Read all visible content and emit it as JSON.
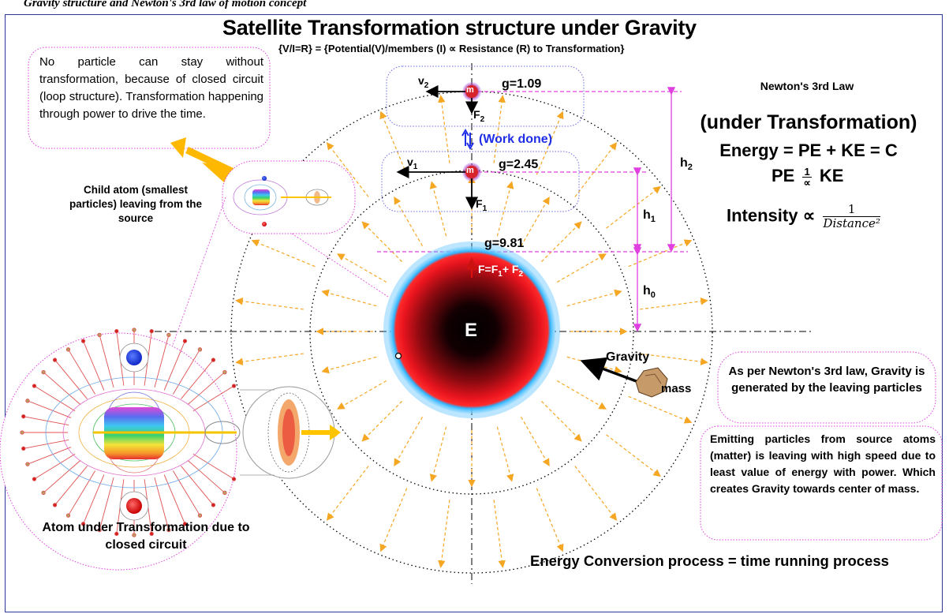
{
  "header_clip": "Gravity structure and Newton's 3rd law of motion concept",
  "title": "Satellite Transformation structure under Gravity",
  "subtitle": "{V/I=R} = {Potential(V)/members (I) ∝ Resistance (R) to Transformation}",
  "no_particle_box": "No particle can stay without transformation, because of closed circuit (loop structure). Transformation happening through power to drive the time.",
  "child_atom": "Child atom (smallest particles) leaving from the source",
  "atom_transformation": "Atom under Transformation due to closed circuit",
  "newton": {
    "heading": "Newton's 3rd Law",
    "sub": "(under Transformation)",
    "energy": "Energy = PE + KE = C",
    "pe": "PE",
    "one": "1",
    "prop": "∝",
    "ke": "KE",
    "intensity": "Intensity ∝",
    "distance": "Distance²"
  },
  "labels": {
    "g_top": "g=1.09",
    "g_mid": "g=2.45",
    "g_bottom": "g=9.81",
    "v2": "v",
    "v2_sub": "2",
    "v1": "v",
    "v1_sub": "1",
    "f2": "F",
    "f2_sub": "2",
    "f1": "F",
    "f1_sub": "1",
    "m": "m",
    "work_done": "(Work done)",
    "force_total": "F=F",
    "force_total_sub1": "1",
    "force_plus": "+ F",
    "force_total_sub2": "2",
    "h2": "h",
    "h2_sub": "2",
    "h1": "h",
    "h1_sub": "1",
    "h0": "h",
    "h0_sub": "0",
    "earth": "E",
    "o": "o",
    "gravity": "Gravity",
    "mass": "mass"
  },
  "newton_gravity_box": "As per Newton's 3rd law, Gravity is generated by the leaving particles",
  "emitting_box": "Emitting particles from source atoms (matter) is leaving with high speed due to least value of energy with power. Which creates Gravity towards center of mass.",
  "footer": "Energy Conversion process = time running process",
  "colors": {
    "frame": "#2b3a9a",
    "pink": "#e040e0",
    "arrow_orange": "#f5a623",
    "earth_red": "#e8141e",
    "glow": "#21a9f0",
    "work_blue": "#1f2ee6"
  }
}
